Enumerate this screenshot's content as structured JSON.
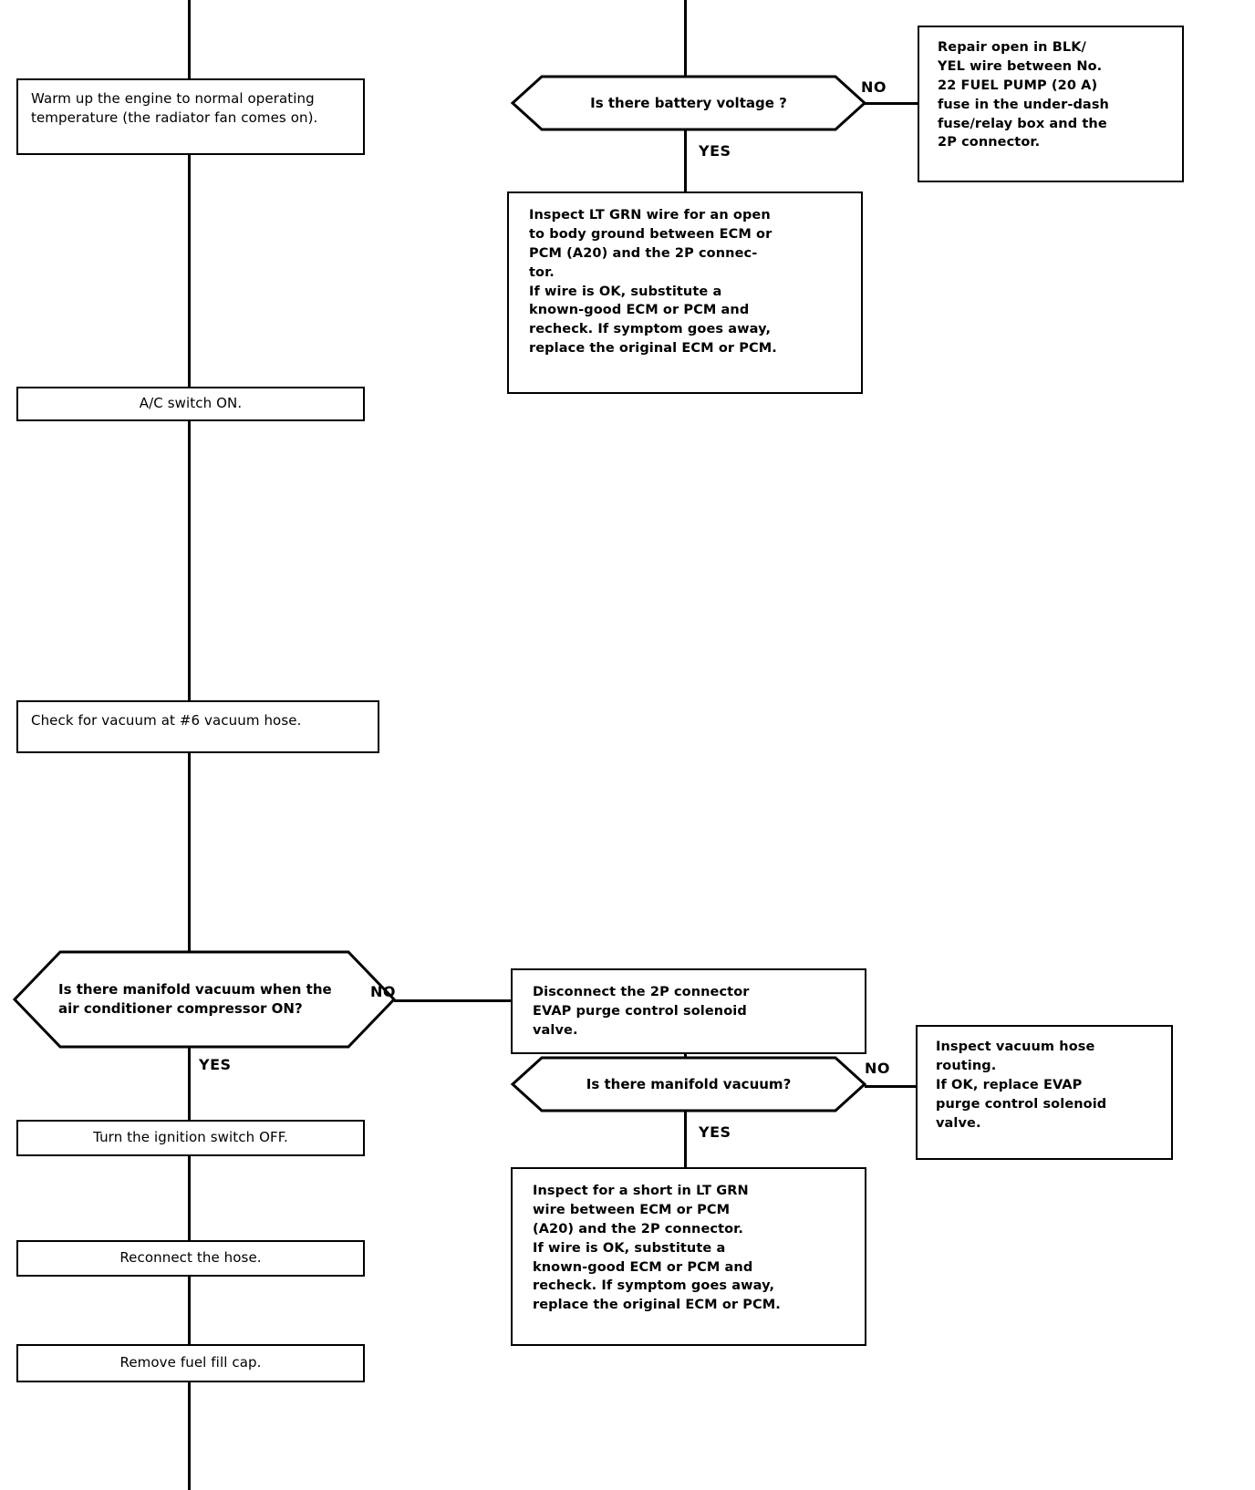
{
  "document": {
    "type": "troubleshooting-flowchart",
    "subject": "EVAP purge control solenoid valve / fuel system diagnostic"
  },
  "left_column": {
    "step_warmup": "Warm up the engine to normal operating temperature (the radiator fan comes on).",
    "step_ac_on": "A/C switch ON.",
    "step_check_vacuum": "Check for vacuum at #6 vacuum hose.",
    "decision_manifold_vacuum_ac": "Is there manifold vacuum when the air conditioner compressor ON?",
    "decision_manifold_vacuum_ac_no": "NO",
    "decision_manifold_vacuum_ac_yes": "YES",
    "step_ignition_off": "Turn the ignition switch OFF.",
    "step_reconnect_hose": "Reconnect the hose.",
    "step_remove_fuel_cap": "Remove fuel fill cap."
  },
  "middle_column": {
    "decision_battery_voltage": "Is there battery voltage ?",
    "decision_battery_voltage_no": "NO",
    "decision_battery_voltage_yes": "YES",
    "inspect_lt_grn_open": {
      "line1": "Inspect LT GRN wire for an open",
      "line2": "to body ground between ECM or",
      "line3": "PCM (A20) and the 2P connec-",
      "line4": "tor.",
      "line5": "If wire is OK, substitute a",
      "line6": "known-good ECM or PCM and",
      "line7": "recheck. If symptom goes away,",
      "line8": "replace the original ECM or PCM."
    },
    "disconnect_2p": {
      "line1": "Disconnect the 2P connector",
      "line2": "EVAP purge control solenoid",
      "line3": "valve."
    },
    "decision_manifold_vacuum": "Is there manifold vacuum?",
    "decision_manifold_vacuum_no": "NO",
    "decision_manifold_vacuum_yes": "YES",
    "inspect_lt_grn_short": {
      "line1": "Inspect for a short in LT GRN",
      "line2": "wire between ECM or PCM",
      "line3": "(A20) and the 2P connector.",
      "line4": "If wire is OK, substitute a",
      "line5": "known-good ECM or PCM and",
      "line6": "recheck. If symptom goes away,",
      "line7": "replace the original ECM or PCM."
    }
  },
  "right_column": {
    "repair_open_blk_yel": {
      "line1": "Repair open in BLK/",
      "line2": "YEL wire between No.",
      "line3": "22 FUEL PUMP (20 A)",
      "line4": "fuse in the under-dash",
      "line5": "fuse/relay box and the",
      "line6": "2P connector."
    },
    "inspect_vacuum_hose_routing": {
      "line1": "Inspect vacuum hose",
      "line2": "routing.",
      "line3": "If OK, replace EVAP",
      "line4": "purge control solenoid",
      "line5": "valve."
    }
  },
  "colors": {
    "ink": "#000000",
    "paper": "#ffffff"
  }
}
